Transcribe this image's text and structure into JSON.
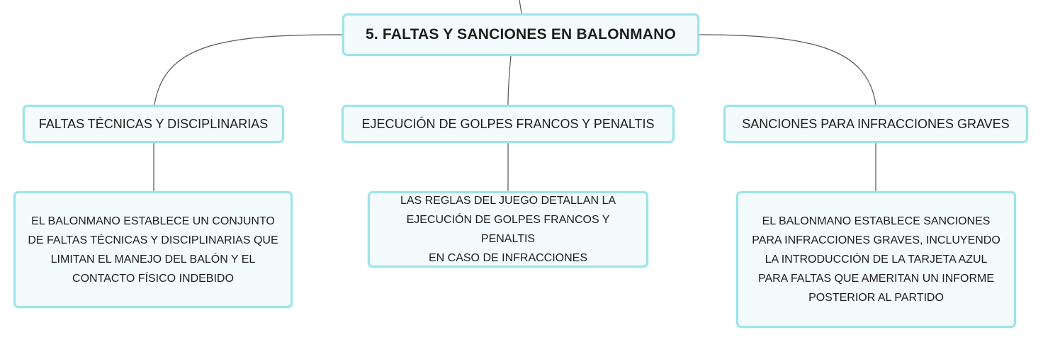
{
  "map": {
    "root": "5. FALTAS Y SANCIONES EN BALONMANO",
    "topics": [
      {
        "title": "FALTAS TÉCNICAS Y DISCIPLINARIAS",
        "detail_lines": [
          "EL BALONMANO ESTABLECE UN CONJUNTO",
          "DE FALTAS TÉCNICAS Y DISCIPLINARIAS QUE",
          "LIMITAN EL MANEJO DEL BALÓN Y EL",
          "CONTACTO FÍSICO INDEBIDO"
        ]
      },
      {
        "title": "EJECUCIÓN DE GOLPES FRANCOS Y PENALTIS",
        "detail_lines": [
          "LAS REGLAS DEL JUEGO DETALLAN LA",
          "EJECUCIÓN DE GOLPES FRANCOS Y PENALTIS",
          "EN CASO DE INFRACCIONES"
        ]
      },
      {
        "title": "SANCIONES PARA INFRACCIONES GRAVES",
        "detail_lines": [
          "EL BALONMANO ESTABLECE SANCIONES",
          "PARA INFRACCIONES GRAVES, INCLUYENDO",
          "LA INTRODUCCIÓN DE LA TARJETA AZUL",
          "PARA FALTAS QUE AMERITAN UN INFORME",
          "POSTERIOR AL PARTIDO"
        ]
      }
    ]
  },
  "colors": {
    "node_border": "#9ee3ea",
    "node_fill": "#f3fbfc",
    "connector": "#555555",
    "text": "#1d1d1d"
  }
}
